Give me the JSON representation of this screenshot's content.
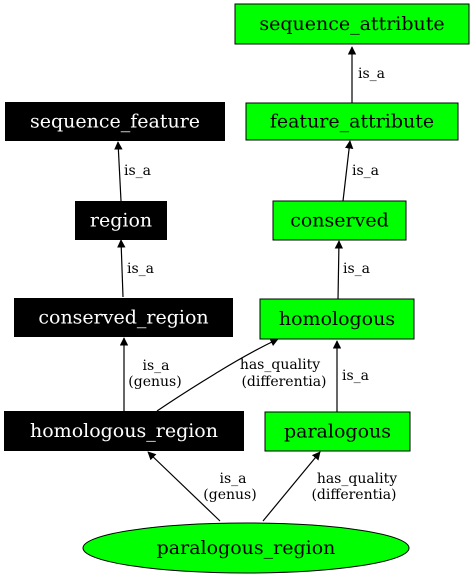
{
  "colors": {
    "black_node_fill": "#000000",
    "black_node_text": "#ffffff",
    "green_node_fill": "#00ff00",
    "green_node_text": "#000000",
    "edge": "#000000"
  },
  "nodes": {
    "sequence_attribute": "sequence_attribute",
    "feature_attribute": "feature_attribute",
    "conserved": "conserved",
    "homologous": "homologous",
    "paralogous": "paralogous",
    "sequence_feature": "sequence_feature",
    "region": "region",
    "conserved_region": "conserved_region",
    "homologous_region": "homologous_region",
    "paralogous_region": "paralogous_region"
  },
  "edges": {
    "feature_attribute_to_sequence_attribute": [
      "is_a"
    ],
    "conserved_to_feature_attribute": [
      "is_a"
    ],
    "homologous_to_conserved": [
      "is_a"
    ],
    "paralogous_to_homologous": [
      "is_a"
    ],
    "region_to_sequence_feature": [
      "is_a"
    ],
    "conserved_region_to_region": [
      "is_a"
    ],
    "homologous_region_to_conserved_region": [
      "is_a",
      "(genus)"
    ],
    "homologous_region_to_homologous": [
      "has_quality",
      "(differentia)"
    ],
    "paralogous_region_to_homologous_region": [
      "is_a",
      "(genus)"
    ],
    "paralogous_region_to_paralogous": [
      "has_quality",
      "(differentia)"
    ]
  }
}
